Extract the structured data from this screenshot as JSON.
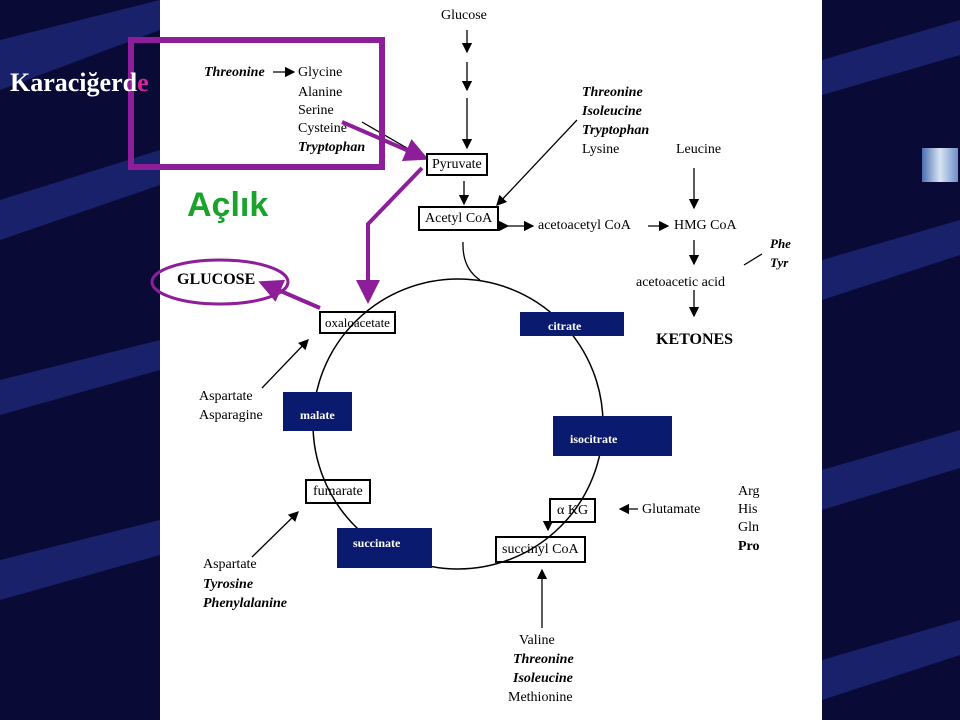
{
  "slide": {
    "title_main": "Karaciğerd",
    "title_last_letter": "e",
    "fasting_label": "Açlık"
  },
  "colors": {
    "background": "#0a0a36",
    "highlight": "#8e1d9a",
    "fasting_green": "#1aa32a",
    "blue_box": "#0a1a6e"
  },
  "pathway": {
    "glucose_top": "Glucose",
    "threonine_left": "Threonine",
    "glycine_group": [
      "Glycine",
      "Alanine",
      "Serine",
      "Cysteine",
      "Tryptophan"
    ],
    "pyruvate": "Pyruvate",
    "acetyl_coa": "Acetyl CoA",
    "acetoacetyl_coa": "acetoacetyl CoA",
    "hmg_coa": "HMG CoA",
    "leucine": "Leucine",
    "acetyl_sources": [
      "Threonine",
      "Isoleucine",
      "Tryptophan",
      "Lysine"
    ],
    "phe_tyr": [
      "Phe",
      "Tyr"
    ],
    "acetoacetic_acid": "acetoacetic acid",
    "ketones": "KETONES",
    "glucose_out": "GLUCOSE",
    "oxaloacetate": "oxaloacetate",
    "citrate": "citrate",
    "isocitrate": "isocitrate",
    "akg": "α KG",
    "glutamate": "Glutamate",
    "glutamate_sources": [
      "Arg",
      "His",
      "Gln",
      "Pro"
    ],
    "succinyl_coa": "succinyl CoA",
    "succinyl_sources": [
      "Valine",
      "Threonine",
      "Isoleucine",
      "Methionine"
    ],
    "succinate": "succinate",
    "fumarate": "fumarate",
    "fumarate_sources": [
      "Aspartate",
      "Tyrosine",
      "Phenylalanine"
    ],
    "malate": "malate",
    "oxaloacetate_sources": [
      "Aspartate",
      "Asparagine"
    ]
  }
}
